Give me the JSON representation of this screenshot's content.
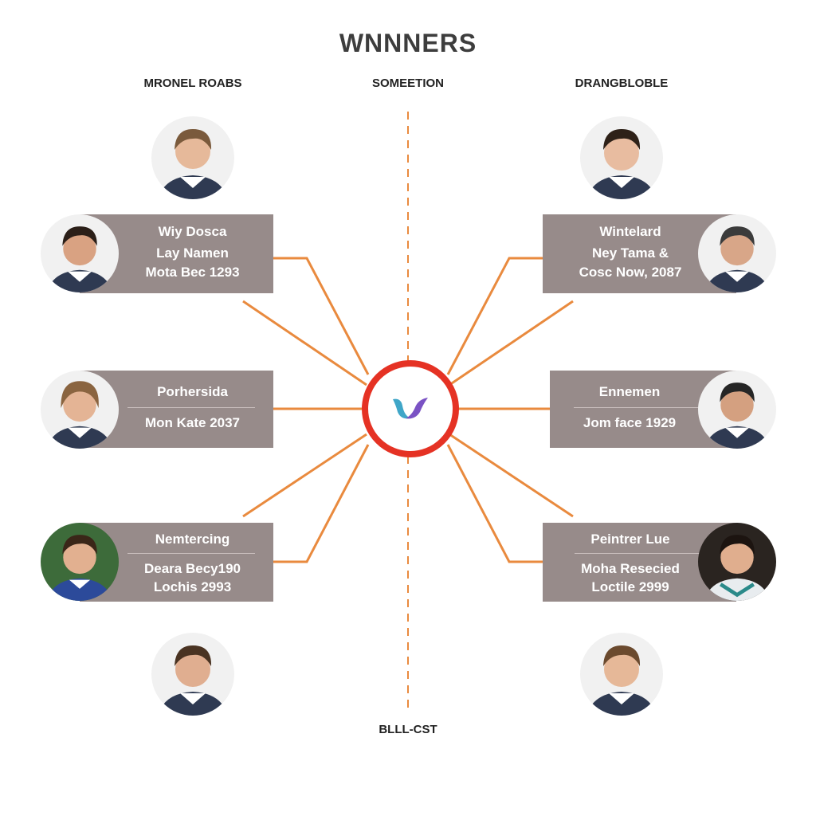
{
  "title": "WNNNERS",
  "columns": {
    "left": "MRONEL ROABS",
    "center": "SOMEETION",
    "right": "DRANGBLOBLE"
  },
  "footer": "BLLL-CST",
  "cards": {
    "left_1": {
      "lines": [
        "Wiy Dosca",
        "Lay Namen",
        "Mota Bec 1293"
      ]
    },
    "left_2": {
      "lines": [
        "Porhersida",
        "Mon Kate 2037"
      ]
    },
    "left_3": {
      "lines": [
        "Nemtercing",
        "Deara Becy190",
        "Lochis 2993"
      ]
    },
    "right_1": {
      "lines": [
        "Wintelard",
        "Ney Tama &",
        "Cosc Now, 2087"
      ]
    },
    "right_2": {
      "lines": [
        "Ennemen",
        "Jom face 1929"
      ]
    },
    "right_3": {
      "lines": [
        "Peintrer Lue",
        "Moha Resecied",
        "Loctile 2999"
      ]
    }
  },
  "colors": {
    "connector": "#e98a3e",
    "hub_ring": "#e53224",
    "divider": "#e98a3e",
    "card": "#978b8a"
  },
  "icons": {
    "hub": "stylized-logo-icon",
    "avatars": "person-avatar-icon"
  }
}
